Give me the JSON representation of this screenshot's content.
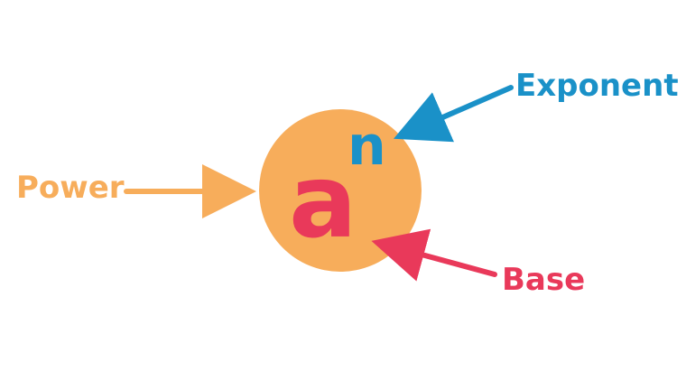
{
  "diagram": {
    "base_symbol": "a",
    "exponent_symbol": "n",
    "labels": {
      "exponent": "Exponent",
      "power": "Power",
      "base": "Base"
    },
    "colors": {
      "circle": "#F7AD5B",
      "exponent": "#1A91C8",
      "power": "#F7AD5B",
      "base": "#E9395A"
    }
  }
}
